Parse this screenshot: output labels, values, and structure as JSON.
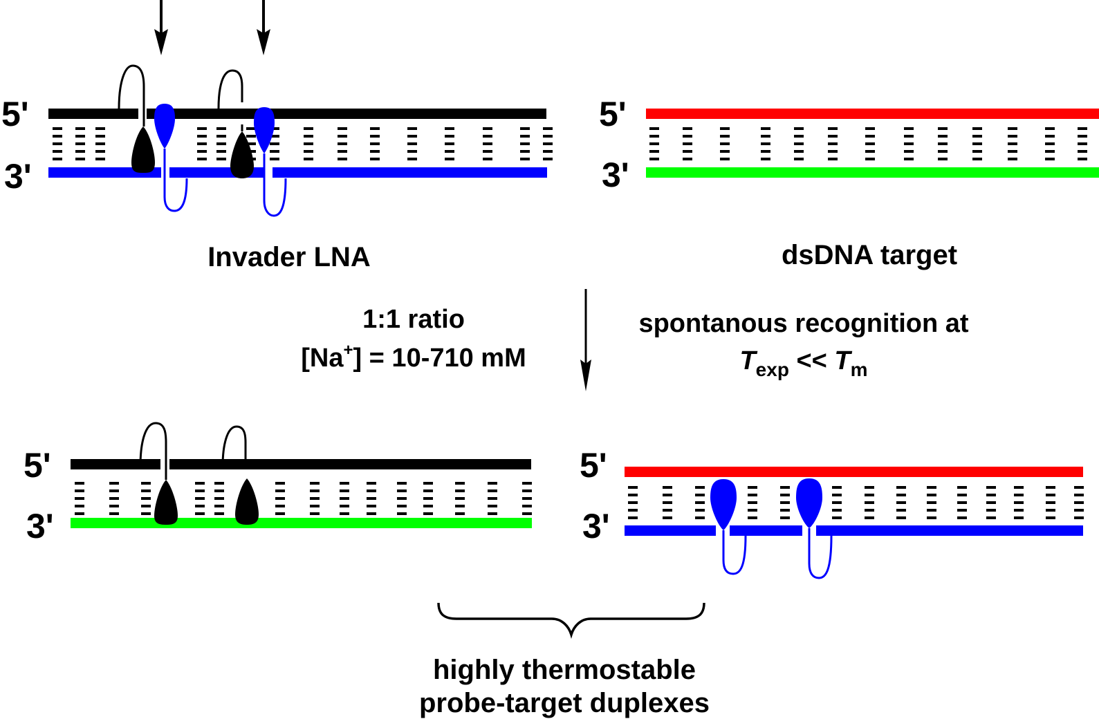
{
  "colors": {
    "black": "#000000",
    "red": "#ff0000",
    "green": "#00ff00",
    "blue": "#0000ff"
  },
  "labels": {
    "five_prime": "5'",
    "three_prime": "3'",
    "invader_lna": "Invader LNA",
    "dsdna_target": "dsDNA target",
    "ratio": "1:1 ratio",
    "na_prefix": "[Na",
    "na_sup": "+",
    "na_suffix": "] = 10-710 mM",
    "recognition_line1": "spontanous recognition at",
    "t_symbol": "T",
    "t_exp_sub": "exp",
    "t_compare": " << ",
    "t_m_sub": "m",
    "result_line1": "highly thermostable",
    "result_line2": "probe-target duplexes"
  },
  "duplexes": [
    {
      "name": "invader-lna-duplex",
      "top_strand": {
        "color": "black",
        "role": "probe strand 1"
      },
      "bottom_strand": {
        "color": "blue",
        "role": "probe strand 2"
      },
      "top_monomers": 2,
      "bottom_monomers": 2,
      "base_pairs": 16
    },
    {
      "name": "dsdna-target-duplex",
      "top_strand": {
        "color": "red",
        "role": "target strand 1"
      },
      "bottom_strand": {
        "color": "green",
        "role": "target strand 2"
      },
      "top_monomers": 0,
      "bottom_monomers": 0,
      "base_pairs": 16
    },
    {
      "name": "black-green-product-duplex",
      "top_strand": {
        "color": "black",
        "role": "probe strand 1"
      },
      "bottom_strand": {
        "color": "green",
        "role": "target strand 2"
      },
      "top_monomers": 2,
      "bottom_monomers": 0,
      "base_pairs": 16
    },
    {
      "name": "red-blue-product-duplex",
      "top_strand": {
        "color": "red",
        "role": "target strand 1"
      },
      "bottom_strand": {
        "color": "blue",
        "role": "probe strand 2"
      },
      "top_monomers": 0,
      "bottom_monomers": 2,
      "base_pairs": 16
    }
  ]
}
